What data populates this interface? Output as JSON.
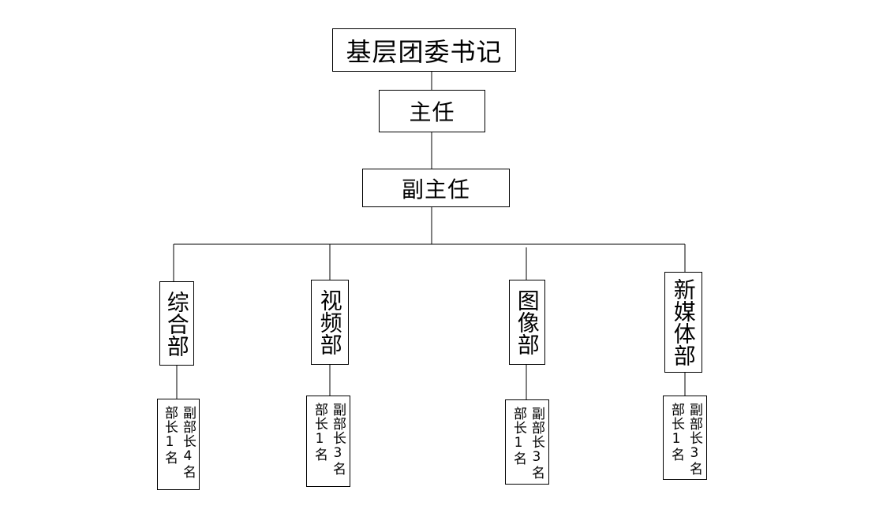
{
  "chart": {
    "root": "基层团委书记",
    "level1": "主任",
    "level2": "副主任",
    "departments": [
      {
        "name": "综合部",
        "detail": "副部长4名部长1名"
      },
      {
        "name": "视频部",
        "detail": "副部长3名部长1名"
      },
      {
        "name": "图像部",
        "detail": "副部长3名部长1名"
      },
      {
        "name": "新媒体部",
        "detail": "副部长3名部长1名"
      }
    ]
  }
}
